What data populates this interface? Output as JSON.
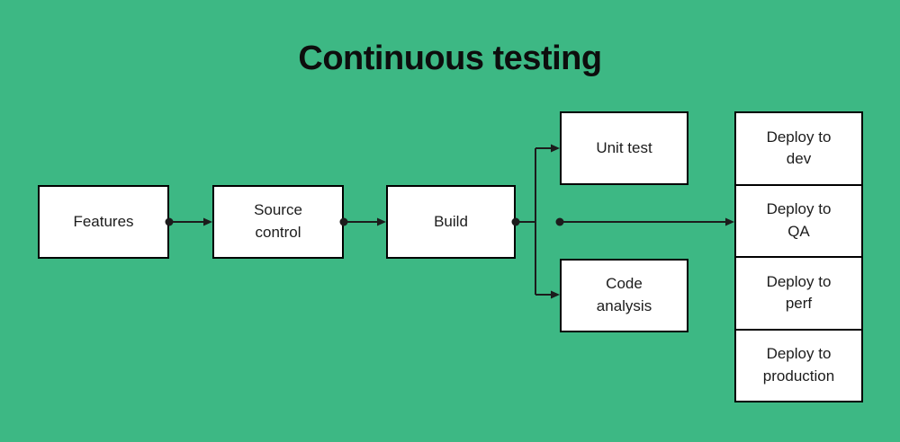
{
  "title": "Continuous testing",
  "colors": {
    "background": "#3DB884",
    "node_background": "#ffffff",
    "node_border": "#000000",
    "connector": "#1c1c1c",
    "text": "#1c1c1c",
    "title_text": "#0d0d0d"
  },
  "nodes": {
    "features": {
      "label": "Features"
    },
    "source_control": {
      "label": "Source\ncontrol"
    },
    "build": {
      "label": "Build"
    },
    "unit_test": {
      "label": "Unit test"
    },
    "code_analysis": {
      "label": "Code\nanalysis"
    },
    "deploy_dev": {
      "label": "Deploy to\ndev"
    },
    "deploy_qa": {
      "label": "Deploy to\nQA"
    },
    "deploy_perf": {
      "label": "Deploy to\nperf"
    },
    "deploy_production": {
      "label": "Deploy to\nproduction"
    }
  },
  "edges": [
    {
      "from": "features",
      "to": "source_control"
    },
    {
      "from": "source_control",
      "to": "build"
    },
    {
      "from": "build",
      "to": "unit_test"
    },
    {
      "from": "build",
      "to": "code_analysis"
    },
    {
      "from": "build",
      "to": "deploy_qa"
    }
  ]
}
